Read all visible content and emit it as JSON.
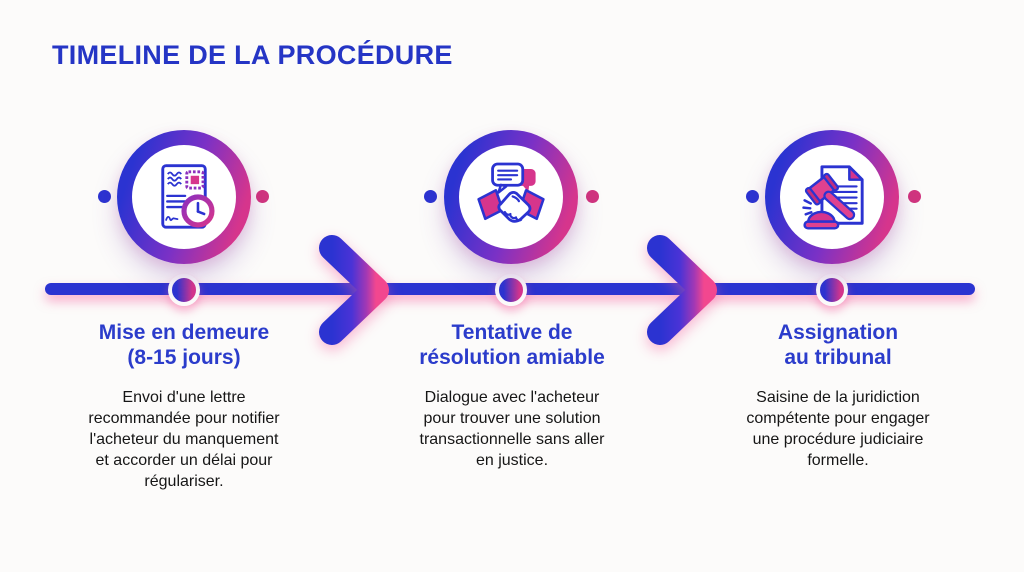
{
  "page": {
    "title": "TIMELINE DE LA PROCÉDURE"
  },
  "colors": {
    "primary_blue": "#2b33d1",
    "accent_pink": "#d6358c",
    "title_blue": "#2535c5",
    "text_dark": "#161616",
    "background": "#fcfbfa"
  },
  "steps": [
    {
      "icon": "registered-letter-icon",
      "title_lines": [
        "Mise en demeure",
        "(8-15 jours)"
      ],
      "description_lines": [
        "Envoi d'une lettre",
        "recommandée pour notifier",
        "l'acheteur du manquement",
        "et accorder un délai pour",
        "régulariser."
      ]
    },
    {
      "icon": "handshake-icon",
      "title_lines": [
        "Tentative de",
        "résolution amiable"
      ],
      "description_lines": [
        "Dialogue avec l'acheteur",
        "pour trouver une solution",
        "transactionnelle sans aller",
        "en justice."
      ]
    },
    {
      "icon": "gavel-icon",
      "title_lines": [
        "Assignation",
        "au tribunal"
      ],
      "description_lines": [
        "Saisine de la juridiction",
        "compétente pour engager",
        "une procédure judiciaire",
        "formelle."
      ]
    }
  ]
}
